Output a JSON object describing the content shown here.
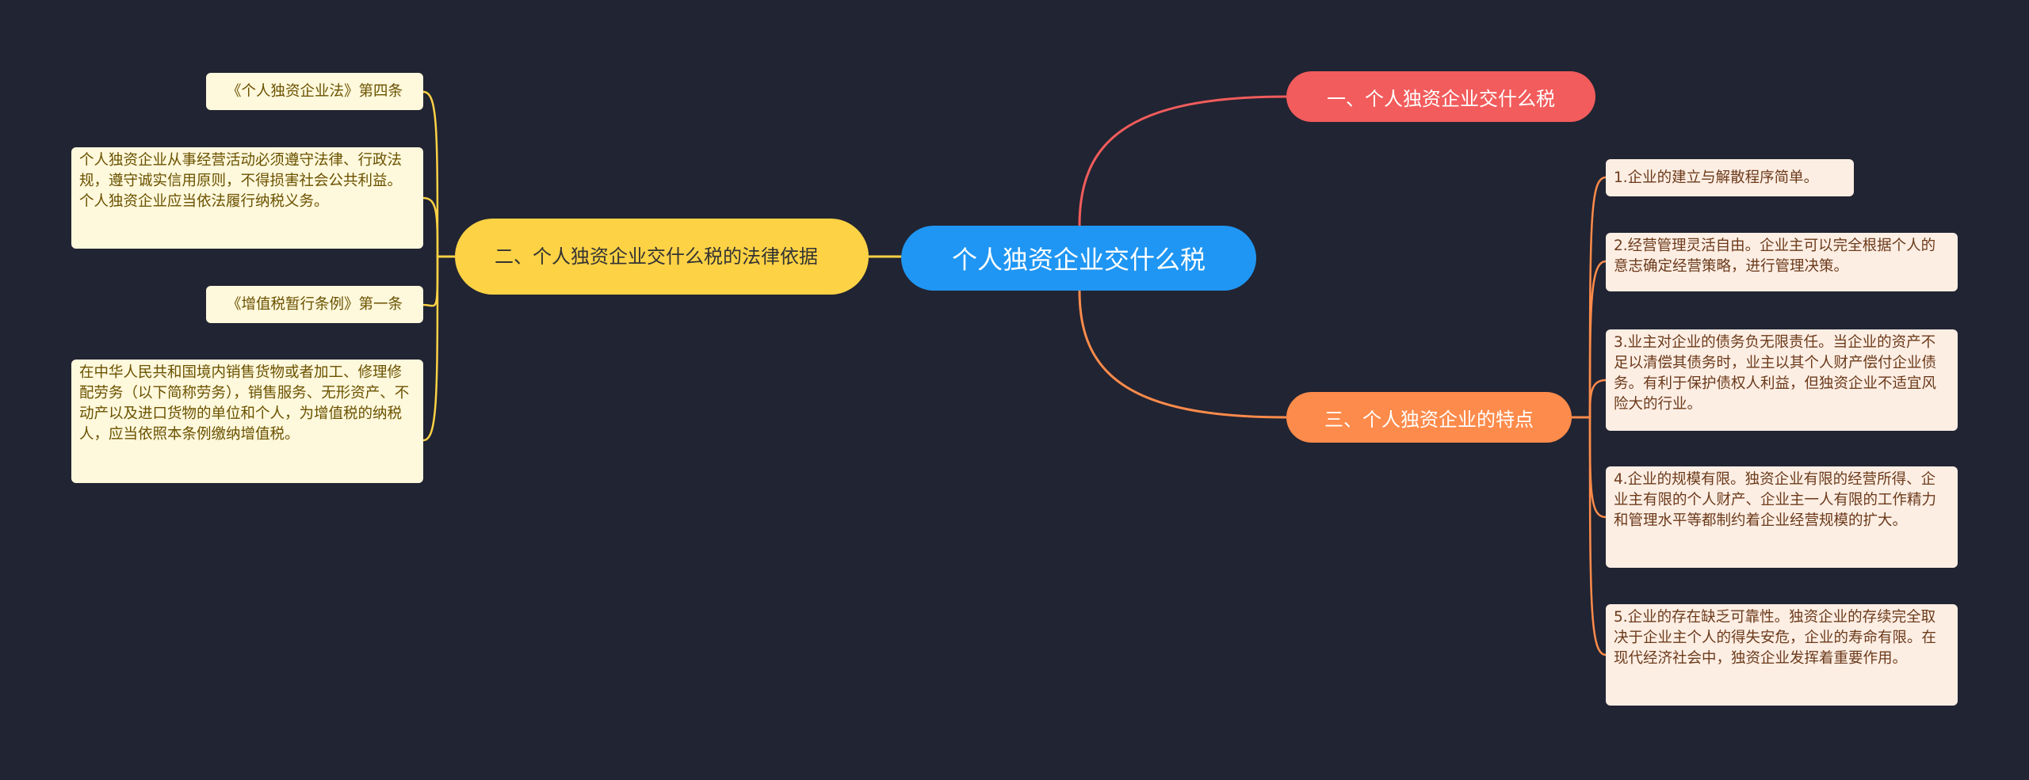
{
  "center": {
    "label": "个人独资企业交什么税"
  },
  "branches": {
    "b1": {
      "label": "一、个人独资企业交什么税"
    },
    "b2": {
      "label": "二、个人独资企业交什么税的法律依据"
    },
    "b3": {
      "label": "三、个人独资企业的特点"
    }
  },
  "left_leaves": [
    "《个人独资企业法》第四条",
    "个人独资企业从事经营活动必须遵守法律、行政法规，遵守诚实信用原则，不得损害社会公共利益。个人独资企业应当依法履行纳税义务。",
    "《增值税暂行条例》第一条",
    "在中华人民共和国境内销售货物或者加工、修理修配劳务（以下简称劳务），销售服务、无形资产、不动产以及进口货物的单位和个人，为增值税的纳税人，应当依照本条例缴纳增值税。"
  ],
  "right_leaves": [
    "1.企业的建立与解散程序简单。",
    "2.经营管理灵活自由。企业主可以完全根据个人的意志确定经营策略，进行管理决策。",
    "3.业主对企业的债务负无限责任。当企业的资产不足以清偿其债务时，业主以其个人财产偿付企业债务。有利于保护债权人利益，但独资企业不适宜风险大的行业。",
    "4.企业的规模有限。独资企业有限的经营所得、企业主有限的个人财产、企业主一人有限的工作精力和管理水平等都制约着企业经营规模的扩大。",
    "5.企业的存在缺乏可靠性。独资企业的存续完全取决于企业主个人的得失安危，企业的寿命有限。在现代经济社会中，独资企业发挥着重要作用。"
  ],
  "colors": {
    "background": "#212432",
    "center": "#1f96f3",
    "branch1": "#f25c5c",
    "branch2": "#fdd245",
    "branch3": "#fd8b4b",
    "leaf_left": "#fef8dc",
    "leaf_right": "#fdeee4"
  }
}
